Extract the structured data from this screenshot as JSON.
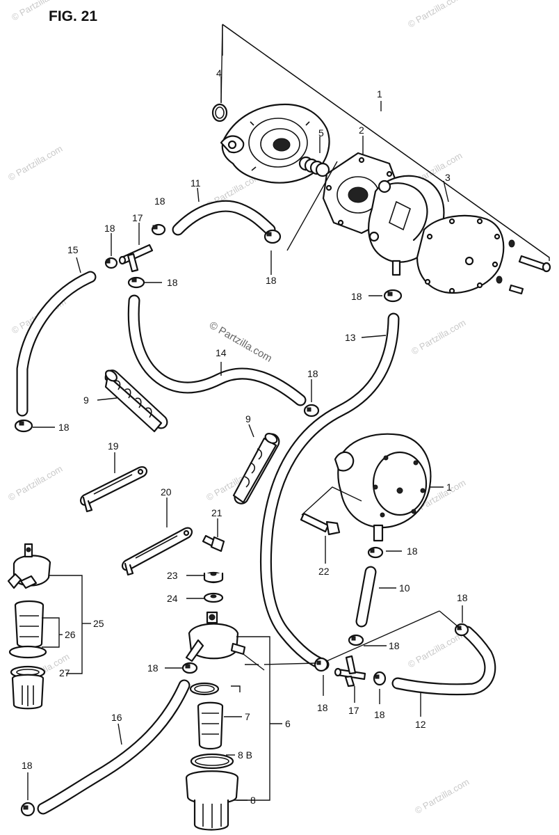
{
  "figure": {
    "title": "FIG. 21"
  },
  "watermark": {
    "text": "© Partzilla.com"
  },
  "callouts": {
    "c1a": "1",
    "c1b": "1",
    "c2": "2",
    "c3": "3",
    "c4": "4",
    "c5": "5",
    "c6": "6",
    "c7": "7",
    "c8": "8",
    "c8b": "8 B",
    "c9a": "9",
    "c9b": "9",
    "c10": "10",
    "c11": "11",
    "c12": "12",
    "c13": "13",
    "c14": "14",
    "c15": "15",
    "c16": "16",
    "c17a": "17",
    "c17b": "17",
    "c18_1": "18",
    "c18_2": "18",
    "c18_3": "18",
    "c18_4": "18",
    "c18_5": "18",
    "c18_6": "18",
    "c18_7": "18",
    "c18_8": "18",
    "c18_9": "18",
    "c18_10": "18",
    "c18_11": "18",
    "c18_12": "18",
    "c18_13": "18",
    "c18_14": "18",
    "c19": "19",
    "c20": "20",
    "c21": "21",
    "c22": "22",
    "c23": "23",
    "c24": "24",
    "c25": "25",
    "c26": "26",
    "c27": "27"
  }
}
